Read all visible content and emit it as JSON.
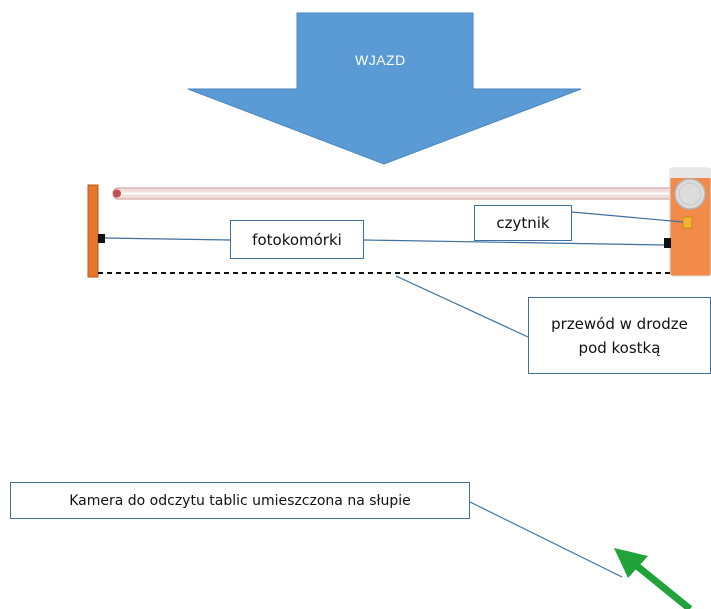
{
  "entry_arrow": {
    "label": "WJAZD",
    "color": "#5b9bd5"
  },
  "labels": {
    "photocells": "fotokomórki",
    "reader": "czytnik",
    "cable_line1": "przewód w drodze",
    "cable_line2": "pod kostką",
    "camera": "Kamera do odczytu tablic umieszczona na słupie"
  },
  "colors": {
    "post": "#e8762d",
    "barrier_arm": "#f3dede",
    "leader_line": "#3f6f9f",
    "camera_arrow": "#1fa33a",
    "reader": "#f2b233"
  }
}
